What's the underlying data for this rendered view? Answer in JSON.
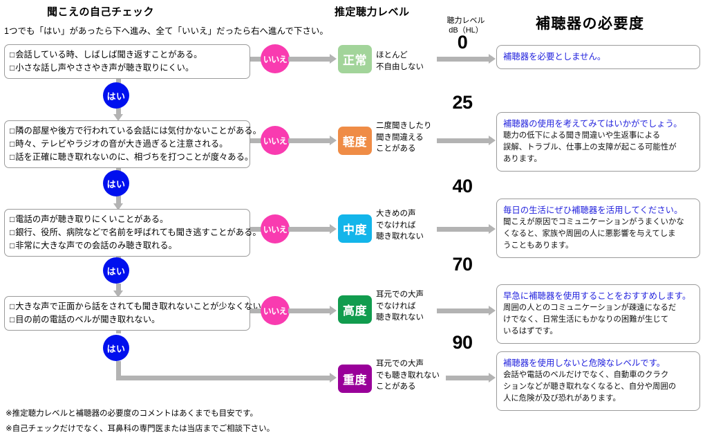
{
  "headers": {
    "self_check": "聞こえの自己チェック",
    "instruction": "1つでも「はい」があったら下へ進み、全て「いいえ」だったら右へ進んで下さい。",
    "estimated_level": "推定聴力レベル",
    "db_label_line1": "聴力レベル",
    "db_label_line2": "dB（HL）",
    "need_level": "補聴器の必要度"
  },
  "labels": {
    "yes": "はい",
    "no": "いいえ"
  },
  "colors": {
    "yes_node": "#0010ee",
    "no_node": "#f93bb0",
    "connector": "#b3b3b3",
    "normal": "#a2d49a",
    "mild": "#ef8c46",
    "moderate": "#13b5ea",
    "severe": "#119c4e",
    "profound": "#990099",
    "recommendation_title": "#2222dd"
  },
  "rows": [
    {
      "questions": [
        "会話している時、しばしば聞き返すことがある。",
        "小さな話し声やささやき声が聴き取りにくい。"
      ],
      "severity": {
        "badge": "正常",
        "color": "#a2d49a",
        "desc": [
          "ほとんど",
          "不自由しない"
        ]
      },
      "db": "0",
      "recommendation": {
        "title": "補聴器を必要としません。",
        "body": []
      }
    },
    {
      "questions": [
        "隣の部屋や後方で行われている会話には気付かないことがある。",
        "時々、テレビやラジオの音が大き過ぎると注意される。",
        "話を正確に聴き取れないのに、相づちを打つことが度々ある。"
      ],
      "severity": {
        "badge": "軽度",
        "color": "#ef8c46",
        "desc": [
          "二度聞きしたり",
          "聞き間違える",
          "ことがある"
        ]
      },
      "db": "25",
      "recommendation": {
        "title": "補聴器の使用を考えてみてはいかがでしょう。",
        "body": [
          "聴力の低下による聞き間違いや生返事による",
          "誤解、トラブル、仕事上の支障が起こる可能性が",
          "あります。"
        ]
      }
    },
    {
      "questions": [
        "電話の声が聴き取りにくいことがある。",
        "銀行、役所、病院などで名前を呼ばれても聞き逃すことがある。",
        "非常に大きな声での会話のみ聴き取れる。"
      ],
      "severity": {
        "badge": "中度",
        "color": "#13b5ea",
        "desc": [
          "大きめの声",
          "でなければ",
          "聴き取れない"
        ]
      },
      "db": "40",
      "recommendation": {
        "title": "毎日の生活にぜひ補聴器を活用してください。",
        "body": [
          "聞こえが原因でコミュニケーションがうまくいかな",
          "くなると、家族や周囲の人に悪影響を与えてしま",
          "うこともあります。"
        ]
      }
    },
    {
      "questions": [
        "大きな声で正面から話をされても聞き取れないことが少なくない。",
        "目の前の電話のベルが聞き取れない。"
      ],
      "severity": {
        "badge": "高度",
        "color": "#119c4e",
        "desc": [
          "耳元での大声",
          "でなければ",
          "聴き取れない"
        ]
      },
      "db": "70",
      "recommendation": {
        "title": "早急に補聴器を使用することをおすすめします。",
        "body": [
          "周囲の人とのコミュニケーションが疎遠になるだ",
          "けでなく、日常生活にもかなりの困難が生じて",
          "いるはずです。"
        ]
      }
    },
    {
      "questions": [],
      "severity": {
        "badge": "重度",
        "color": "#990099",
        "desc": [
          "耳元での大声",
          "でも聴き取れない",
          "ことがある"
        ]
      },
      "db": "90",
      "recommendation": {
        "title": "補聴器を使用しないと危険なレベルです。",
        "body": [
          "会話や電話のベルだけでなく、自動車のクラク",
          "ションなどが聴き取れなくなると、自分や周囲の",
          "人に危険が及び恐れがあります。"
        ]
      }
    }
  ],
  "footnotes": [
    "※推定聴力レベルと補聴器の必要度のコメントはあくまでも目安です。",
    "※自己チェックだけでなく、耳鼻科の専門医または当店までご相談下さい。"
  ]
}
